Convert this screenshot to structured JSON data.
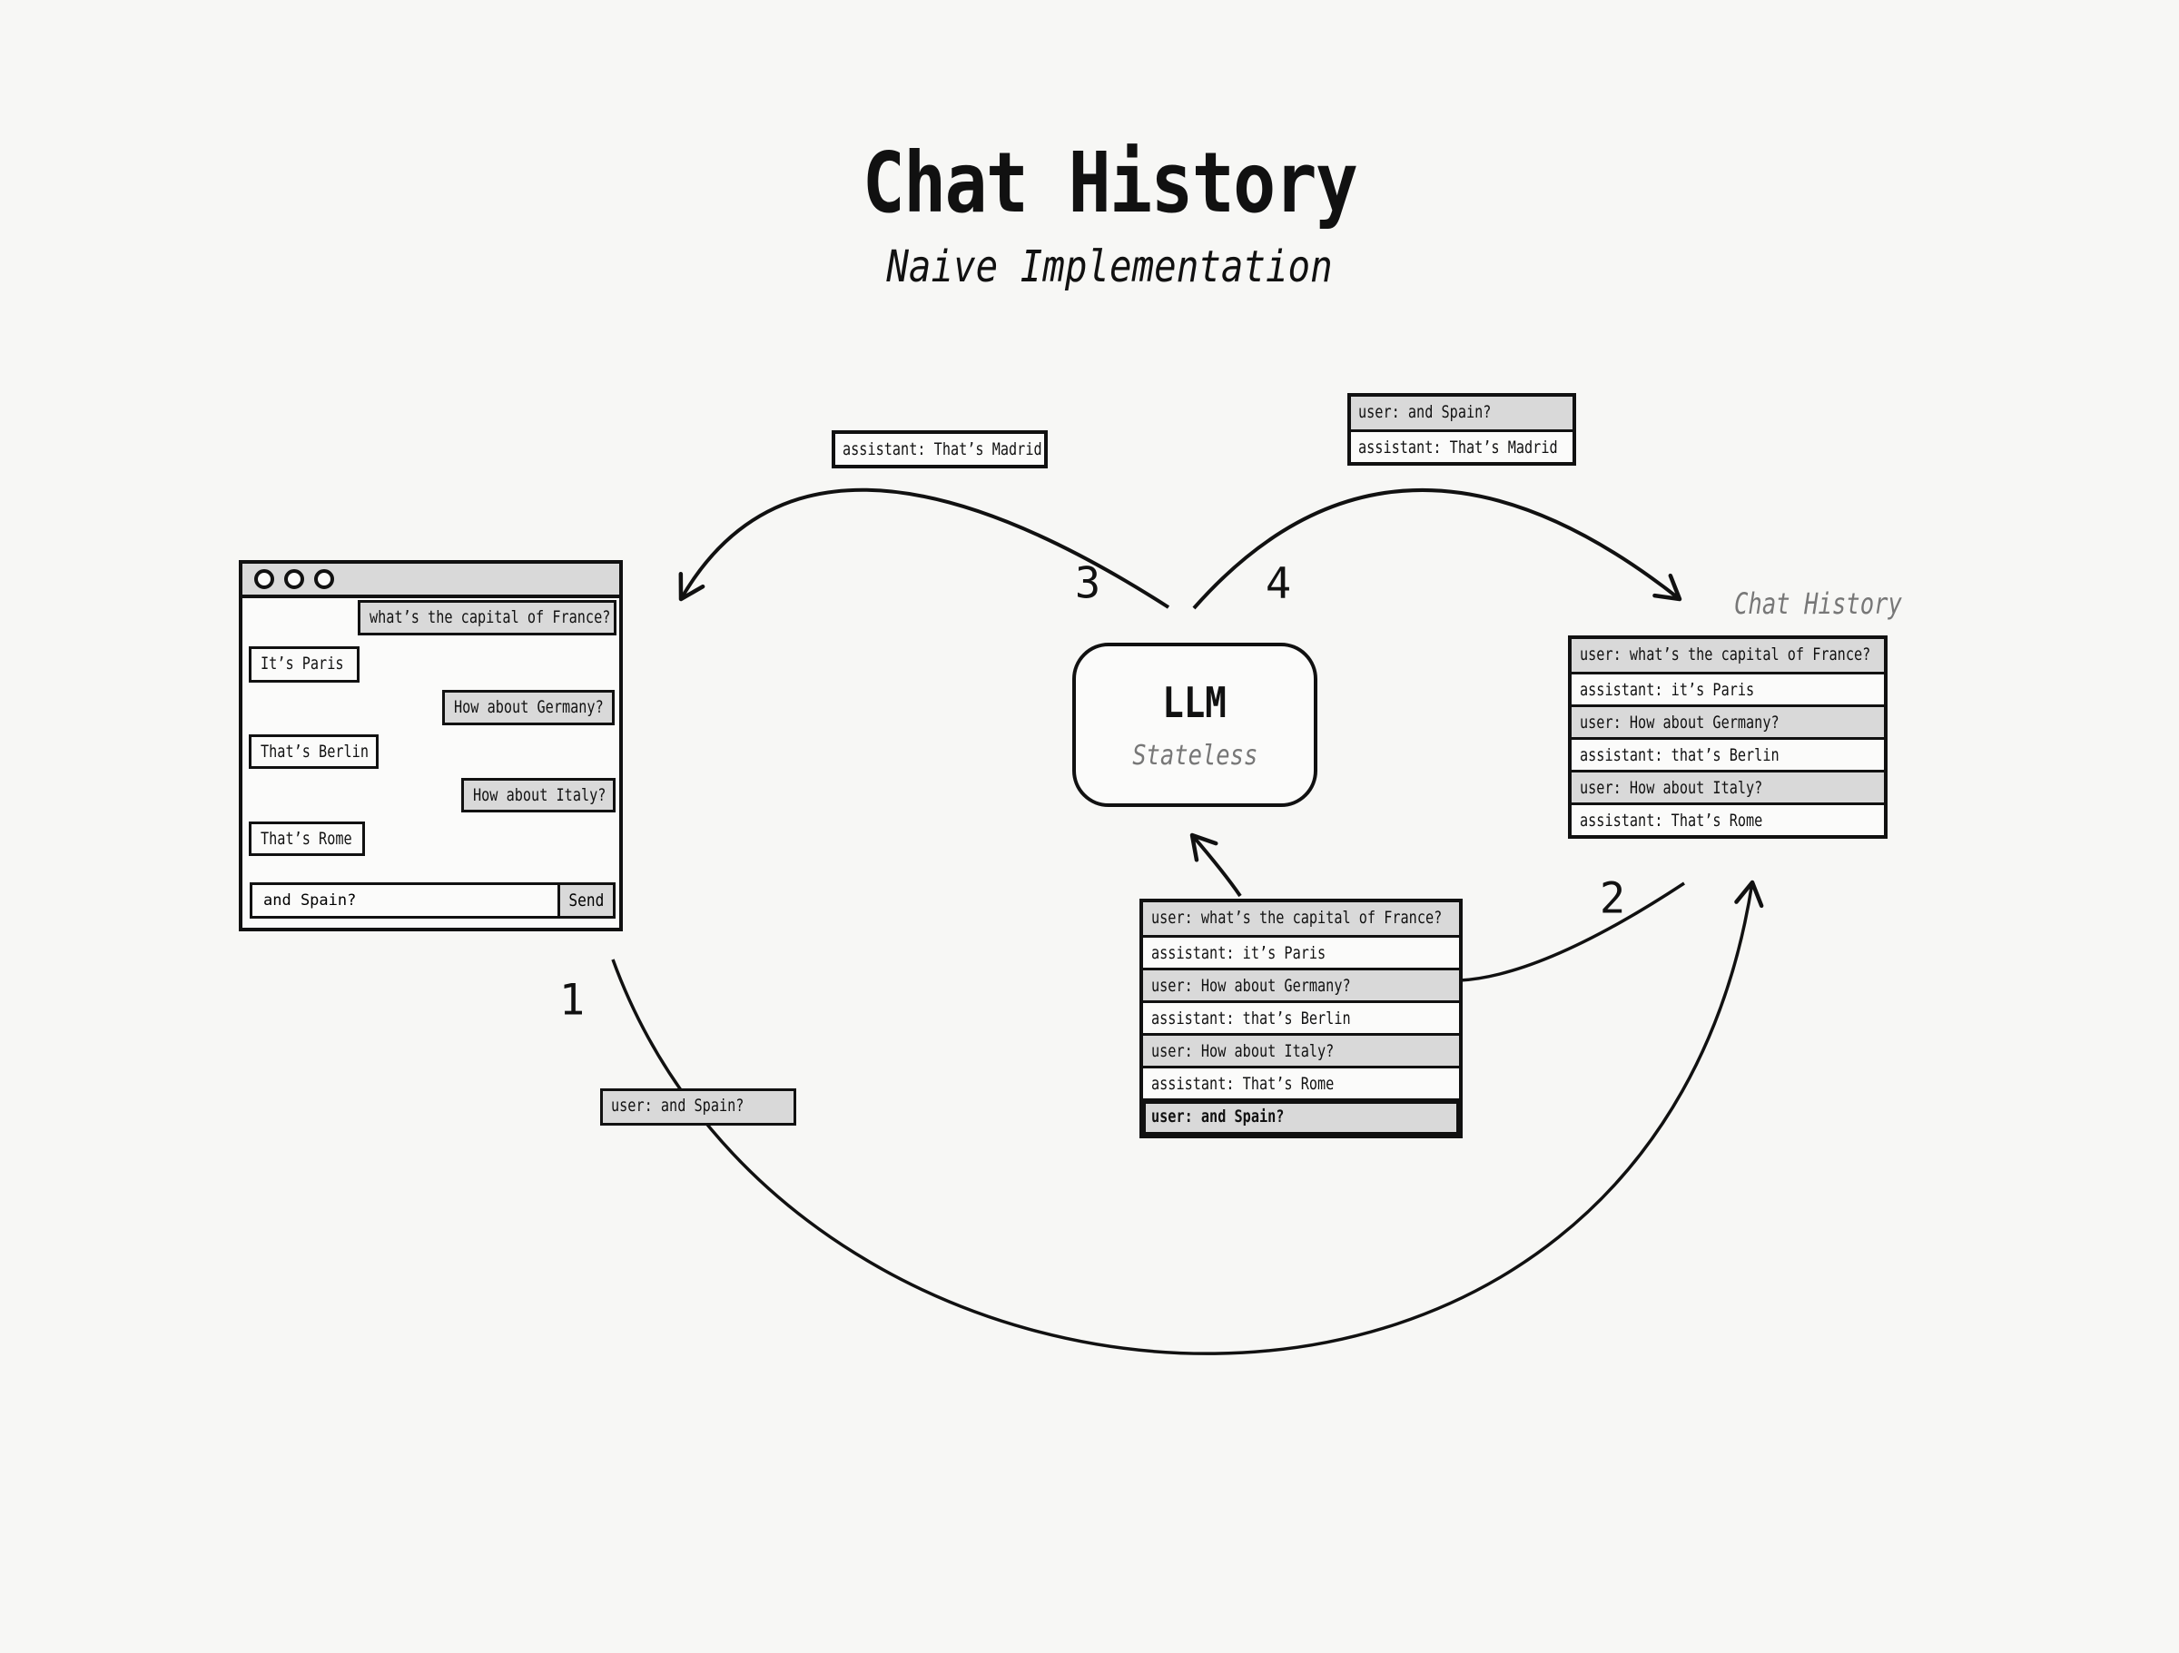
{
  "title": "Chat History",
  "subtitle": "Naive Implementation",
  "chat_window": {
    "window_buttons": [
      "window-control",
      "window-control",
      "window-control"
    ],
    "messages": [
      {
        "role": "user",
        "text": "what’s the capital of France?"
      },
      {
        "role": "assistant",
        "text": "It’s Paris"
      },
      {
        "role": "user",
        "text": "How about Germany?"
      },
      {
        "role": "assistant",
        "text": "That’s Berlin"
      },
      {
        "role": "user",
        "text": "How about Italy?"
      },
      {
        "role": "assistant",
        "text": "That’s Rome"
      }
    ],
    "input": {
      "value": "and Spain?"
    },
    "send_label": "Send"
  },
  "llm_box": {
    "title": "LLM",
    "subtitle": "Stateless"
  },
  "history_panel": {
    "label": "Chat History",
    "rows": [
      {
        "role": "user",
        "text": "user: what’s the capital of France?"
      },
      {
        "role": "assistant",
        "text": "assistant: it’s Paris"
      },
      {
        "role": "user",
        "text": "user: How about Germany?"
      },
      {
        "role": "assistant",
        "text": "assistant: that’s Berlin"
      },
      {
        "role": "user",
        "text": "user: How about Italy?"
      },
      {
        "role": "assistant",
        "text": "assistant: That’s Rome"
      }
    ]
  },
  "prompt_table": {
    "rows": [
      {
        "role": "user",
        "text": "user: what’s the capital of France?"
      },
      {
        "role": "assistant",
        "text": "assistant: it’s Paris"
      },
      {
        "role": "user",
        "text": "user: How about Germany?"
      },
      {
        "role": "assistant",
        "text": "assistant: that’s Berlin"
      },
      {
        "role": "user",
        "text": "user: How about Italy?"
      },
      {
        "role": "assistant",
        "text": "assistant: That’s Rome"
      },
      {
        "role": "user",
        "text": "user: and Spain?"
      }
    ]
  },
  "float_labels": {
    "response_box": "assistant: That’s Madrid",
    "exchange_box": {
      "rows": [
        "user: and Spain?",
        "assistant: That’s Madrid"
      ]
    },
    "new_message_box": "user: and Spain?"
  },
  "steps": {
    "one": "1",
    "two": "2",
    "three": "3",
    "four": "4"
  },
  "colors": {
    "background": "#f7f7f5",
    "box_fill": "#fbfbfa",
    "gray_fill": "#d9d9d9",
    "line": "#111111",
    "muted_text": "#777777"
  }
}
